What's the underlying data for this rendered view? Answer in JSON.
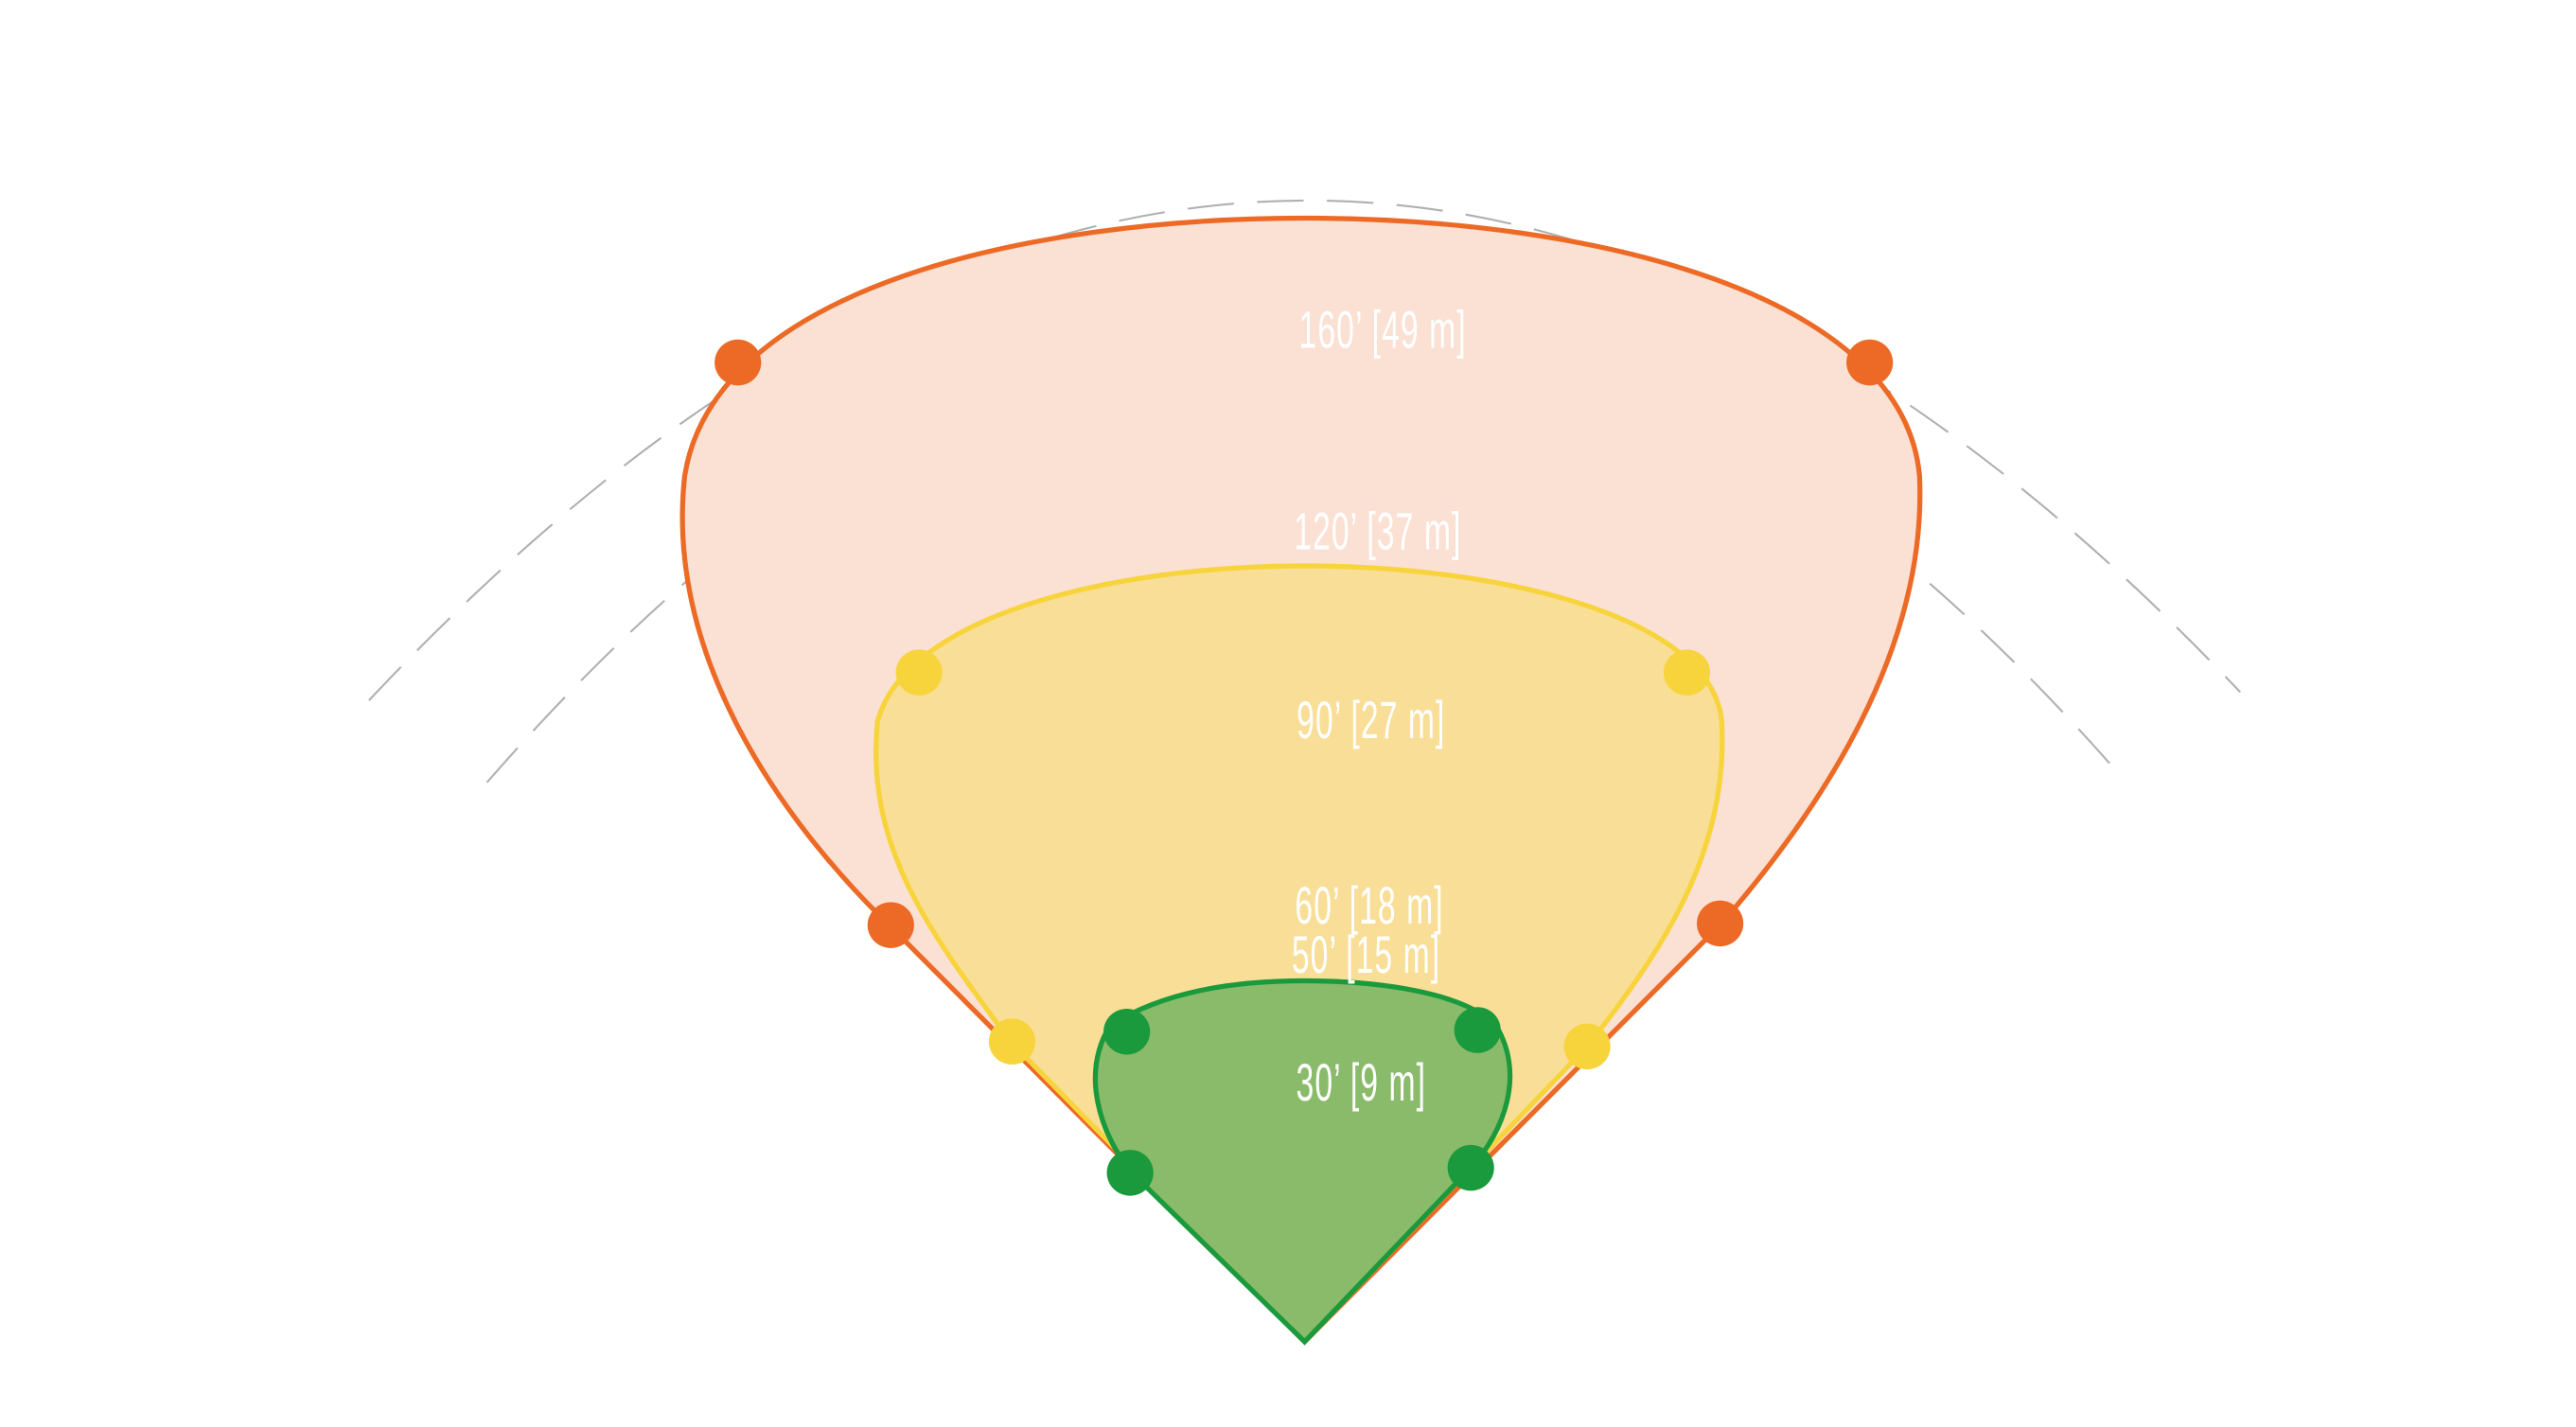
{
  "colors": {
    "background": "#ffffff",
    "outer_fill": "#fbe0d4",
    "outer_stroke": "#ec6a25",
    "mid_fill": "#f9de97",
    "mid_stroke": "#f7d43c",
    "inner_fill": "#8abb6a",
    "inner_stroke": "#1a9a3c",
    "reference_arc": "#b0b0b0"
  },
  "distance_labels": [
    {
      "id": "160",
      "text": "160’ [49 m]"
    },
    {
      "id": "120",
      "text": "120’ [37 m]"
    },
    {
      "id": "90",
      "text": "90’ [27 m]"
    },
    {
      "id": "60",
      "text": "60’ [18 m]"
    },
    {
      "id": "50",
      "text": "50’ [15 m]"
    },
    {
      "id": "30",
      "text": "30’ [9 m]"
    }
  ],
  "zones": [
    {
      "name": "outer",
      "color_key": "outer_stroke",
      "marker_count": 4
    },
    {
      "name": "middle",
      "color_key": "mid_stroke",
      "marker_count": 4
    },
    {
      "name": "inner",
      "color_key": "inner_stroke",
      "marker_count": 4
    }
  ]
}
